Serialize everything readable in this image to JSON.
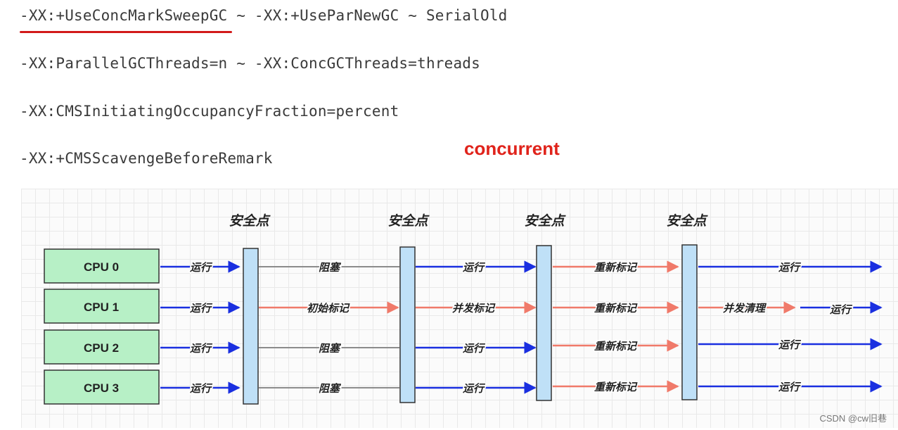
{
  "jvm_options": [
    "-XX:+UseConcMarkSweepGC ~ -XX:+UseParNewGC ~ SerialOld",
    "-XX:ParallelGCThreads=n ~ -XX:ConcGCThreads=threads",
    "-XX:CMSInitiatingOccupancyFraction=percent",
    "-XX:+CMSScavengeBeforeRemark"
  ],
  "annotation": "concurrent",
  "diagram": {
    "safepoint_label": "安全点",
    "cpus": [
      "CPU 0",
      "CPU 1",
      "CPU 2",
      "CPU 3"
    ],
    "phases": {
      "run": "运行",
      "blocked": "阻塞",
      "initial_mark": "初始标记",
      "concurrent_mark": "并发标记",
      "remark": "重新标记",
      "concurrent_sweep": "并发清理"
    }
  },
  "watermark": "CSDN @cw旧巷",
  "colors": {
    "run_arrow": "#1a2fe0",
    "gc_arrow": "#f07a6a",
    "blocked_line": "#8c8c8c",
    "cpu_box": "#b7f0c6",
    "safepoint_bar": "#bfe0f7",
    "accent_red": "#e0231b"
  }
}
